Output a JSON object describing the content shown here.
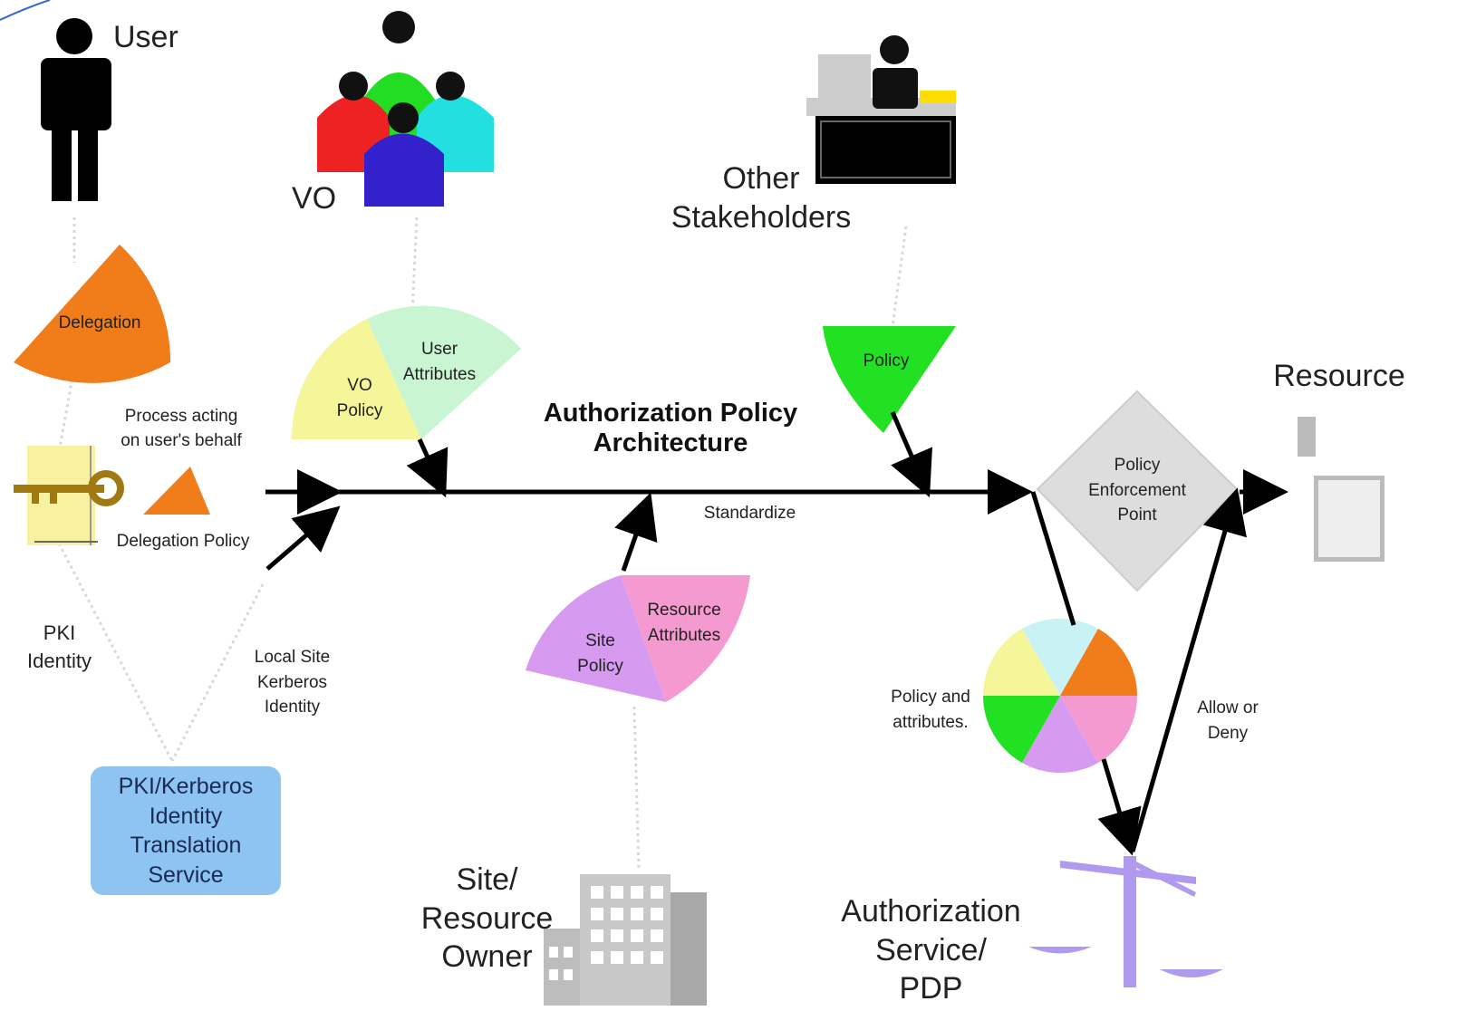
{
  "title": "Authorization Policy\nArchitecture",
  "actors": {
    "user": "User",
    "vo": "VO",
    "other_stakeholders": "Other\nStakeholders",
    "resource": "Resource",
    "site_owner": "Site/\nResource\nOwner",
    "authz_service": "Authorization\nService/\nPDP"
  },
  "labels": {
    "delegation": "Delegation",
    "process_acting": "Process acting\non user's behalf",
    "delegation_policy": "Delegation Policy",
    "pki_identity": "PKI\nIdentity",
    "local_site_kerberos": "Local Site\nKerberos\nIdentity",
    "vo_policy": "VO\nPolicy",
    "user_attributes": "User\nAttributes",
    "policy": "Policy",
    "standardize": "Standardize",
    "site_policy": "Site\nPolicy",
    "resource_attributes": "Resource\nAttributes",
    "pep": "Policy\nEnforcement\nPoint",
    "policy_and_attributes": "Policy and\nattributes.",
    "allow_or_deny": "Allow or\nDeny"
  },
  "translation_service": "PKI/Kerberos\nIdentity\nTranslation\nService",
  "colors": {
    "orange": "#f07c1a",
    "yellow": "#f5f59a",
    "mint": "#c9f5d2",
    "green": "#22e022",
    "purple": "#d69af0",
    "pink": "#f59ad0",
    "cyan": "#c9f2f5",
    "box_blue": "#8ec4f2",
    "diamond_gray": "#dddddd",
    "scale_purple": "#b09af0"
  }
}
